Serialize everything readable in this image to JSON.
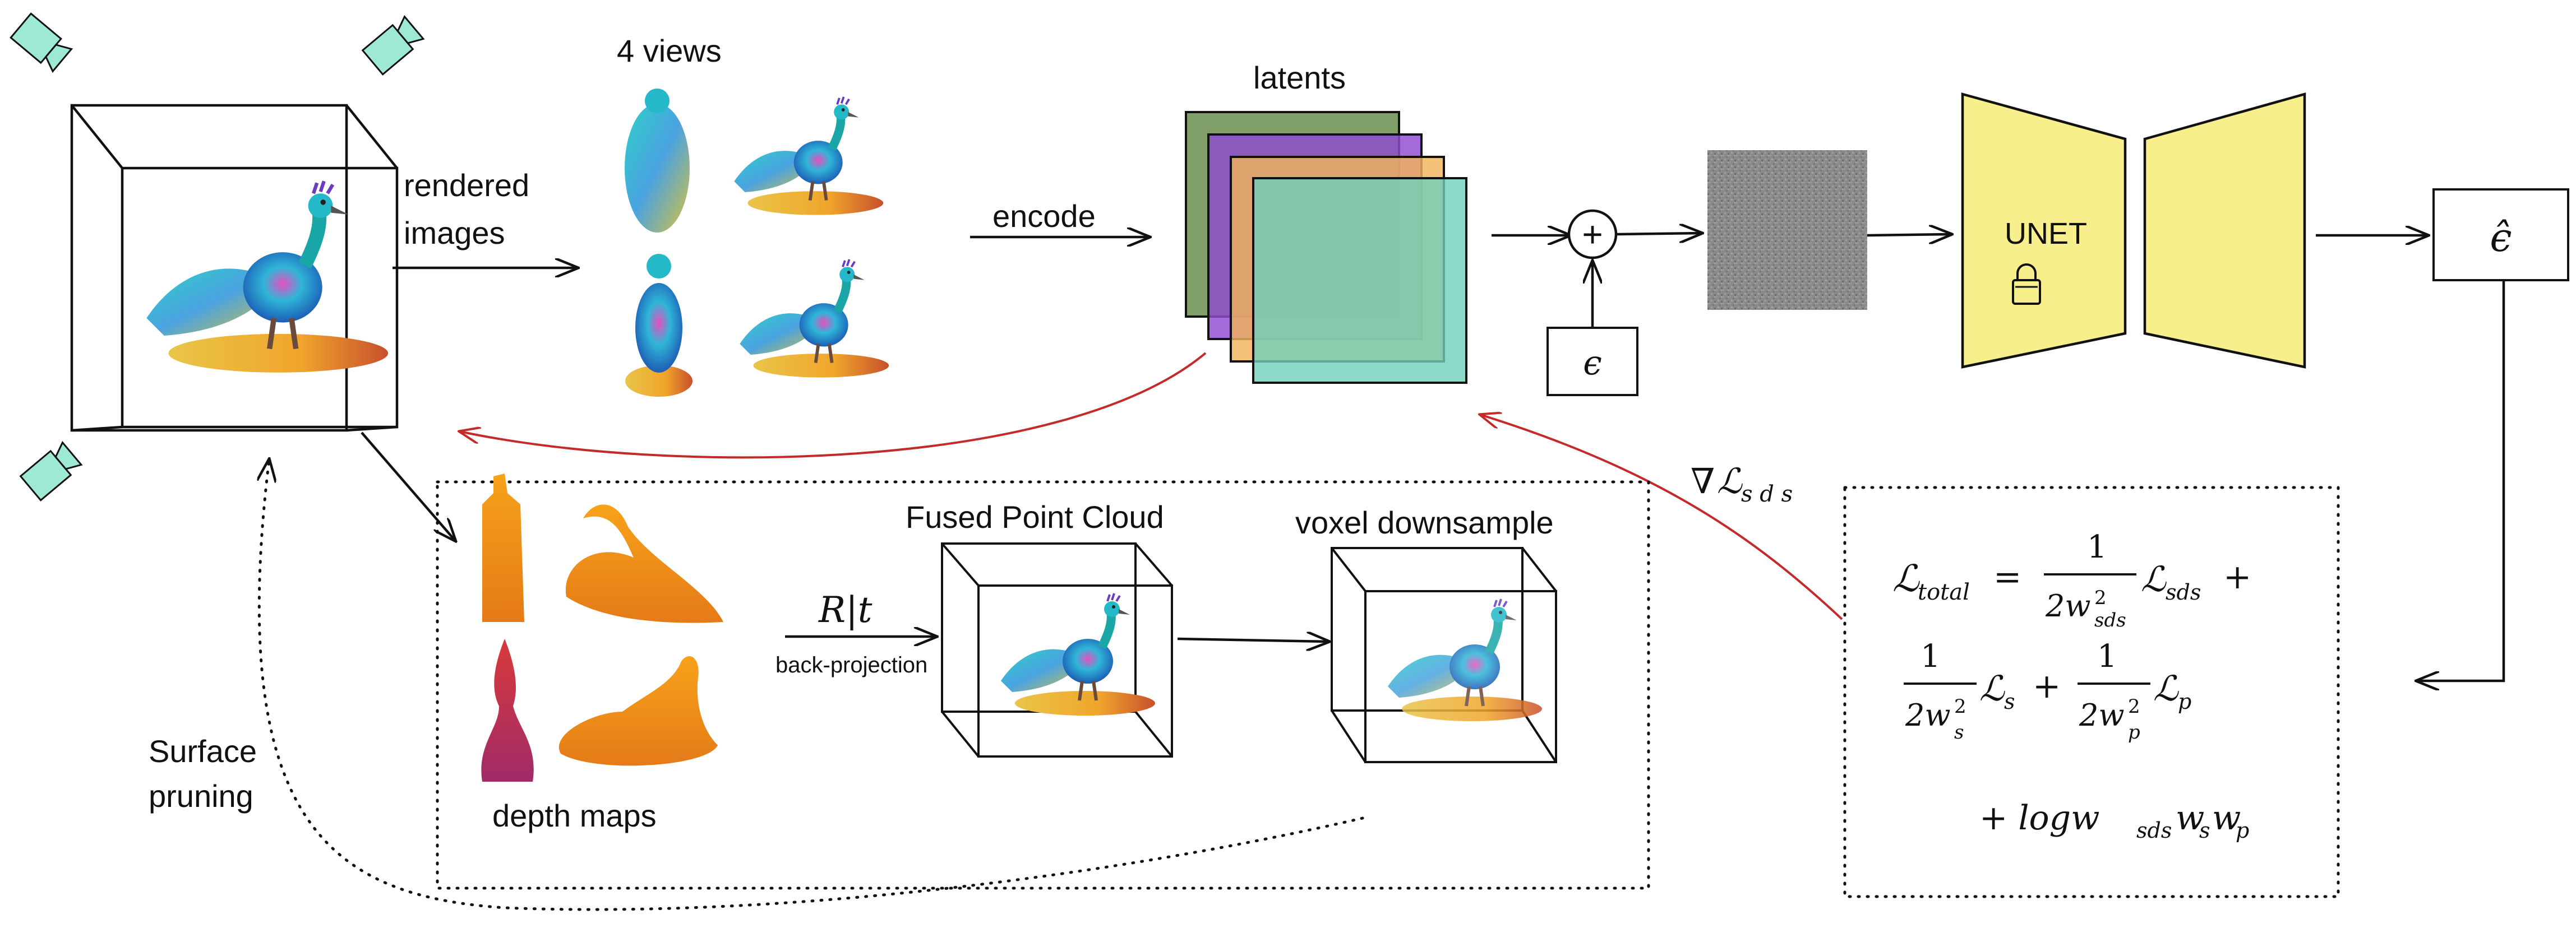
{
  "labels": {
    "rendered": "rendered",
    "images": "images",
    "views": "4 views",
    "encode": "encode",
    "latents": "latents",
    "unet": "UNET",
    "epsilon": "ϵ",
    "epsilon_hat": "ϵ̂",
    "plus": "+",
    "grad_loss": "∇",
    "grad_loss_sym": "ℒ",
    "grad_loss_sub": "s d s",
    "fused": "Fused Point Cloud",
    "voxel": "voxel downsample",
    "depth": "depth maps",
    "rt": "R|t",
    "backproj": "back-projection",
    "surface": "Surface",
    "pruning": "pruning"
  },
  "loss": {
    "lhs": "ℒ",
    "lhs_sub": "total",
    "eq": "=",
    "one": "1",
    "two_w": "2w",
    "sq": "2",
    "sub_sds": "sds",
    "sub_s": "s",
    "sub_p": "p",
    "L": "ℒ",
    "plus": "+",
    "log_term": "+ logw",
    "w": "w"
  },
  "colors": {
    "latent_olive": "#6e9152",
    "latent_purple": "#8e4bd1",
    "latent_orange": "#f1b35d",
    "latent_teal": "#6fcfba",
    "unet_fill": "#f7ef8c",
    "camera_fill": "#9ee8d6",
    "red_arrow": "#c42a2a"
  }
}
